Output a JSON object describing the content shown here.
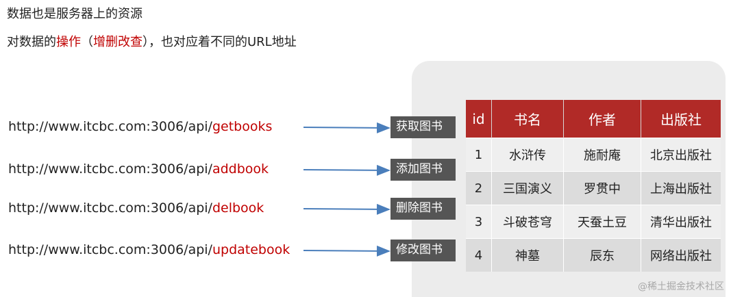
{
  "intro": {
    "line1": "数据也是服务器上的资源",
    "line2_a": "对数据的",
    "line2_op": "操作",
    "line2_b": "（",
    "line2_crud": "增删改查",
    "line2_c": "），也对应着不同的URL地址"
  },
  "urls": [
    {
      "base": "http://www.itcbc.com:3006/api/",
      "endpoint": "getbooks",
      "label": "获取图书"
    },
    {
      "base": "http://www.itcbc.com:3006/api/",
      "endpoint": "addbook",
      "label": "添加图书"
    },
    {
      "base": "http://www.itcbc.com:3006/api/",
      "endpoint": "delbook",
      "label": "删除图书"
    },
    {
      "base": "http://www.itcbc.com:3006/api/",
      "endpoint": "updatebook",
      "label": "修改图书"
    }
  ],
  "table": {
    "headers": [
      "id",
      "书名",
      "作者",
      "出版社"
    ],
    "rows": [
      [
        "1",
        "水浒传",
        "施耐庵",
        "北京出版社"
      ],
      [
        "2",
        "三国演义",
        "罗贯中",
        "上海出版社"
      ],
      [
        "3",
        "斗破苍穹",
        "天蚕土豆",
        "清华出版社"
      ],
      [
        "4",
        "神墓",
        "辰东",
        "网络出版社"
      ]
    ]
  },
  "watermark": "@稀土掘金技术社区",
  "colors": {
    "accent_red": "#c00000",
    "header_red": "#b12a27",
    "arrow_blue": "#4a7ebb",
    "label_bg": "#555555"
  }
}
